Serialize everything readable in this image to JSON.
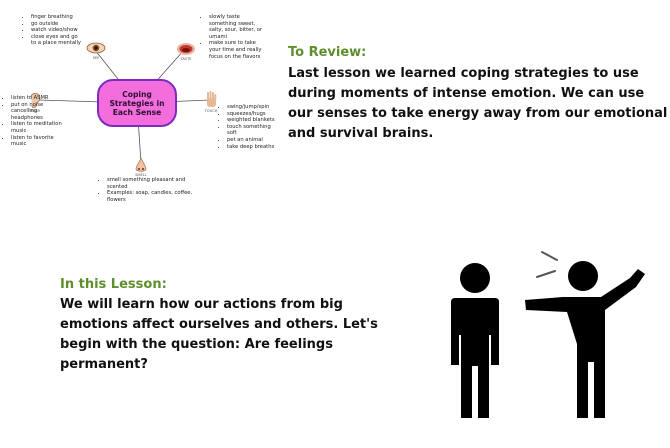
{
  "mindmap": {
    "center_title": "Coping Strategies in Each Sense",
    "sight_items": [
      "finger breathing",
      "go outside",
      "watch video/show",
      "close eyes and go to a place mentally"
    ],
    "taste_items": [
      "slowly taste something sweet, salty, sour, bitter, or umami",
      "make sure to take your time and really focus on the flavors"
    ],
    "hearing_items": [
      "listen to ASMR",
      "put on noise cancelling headphones",
      "listen to meditation music",
      "listen to favorite music"
    ],
    "touch_items": [
      "swing/jump/spin",
      "squeezes/hugs",
      "weighted blankets",
      "touch something soft",
      "pet an animal",
      "take deep breaths"
    ],
    "smell_items": [
      "smell something pleasant and scented",
      "Examples: soap, candles, coffee, flowers"
    ],
    "captions": {
      "sight": "SEE",
      "taste": "TASTE",
      "hearing": "HEAR",
      "touch": "TOUCH",
      "smell": "SMELL"
    },
    "colors": {
      "bubble": "#f36ddd",
      "bubble_border": "#7b2cbf",
      "spoke": "#555555"
    }
  },
  "review": {
    "heading": "To Review:",
    "lines": [
      "Last lesson we learned coping strategies to use",
      "during moments of intense emotion. We can use",
      "our senses to take energy away from our emotional",
      "and survival brains."
    ]
  },
  "lesson": {
    "heading": "In this Lesson:",
    "lines": [
      "We will learn how our actions from big",
      "emotions affect ourselves and others. Let's",
      "begin with the question: Are feelings",
      "permanent?"
    ]
  },
  "illustration": {
    "icon": "two-people-arguing-icon"
  },
  "colors": {
    "heading": "#5e8f2c",
    "text": "#111111"
  }
}
